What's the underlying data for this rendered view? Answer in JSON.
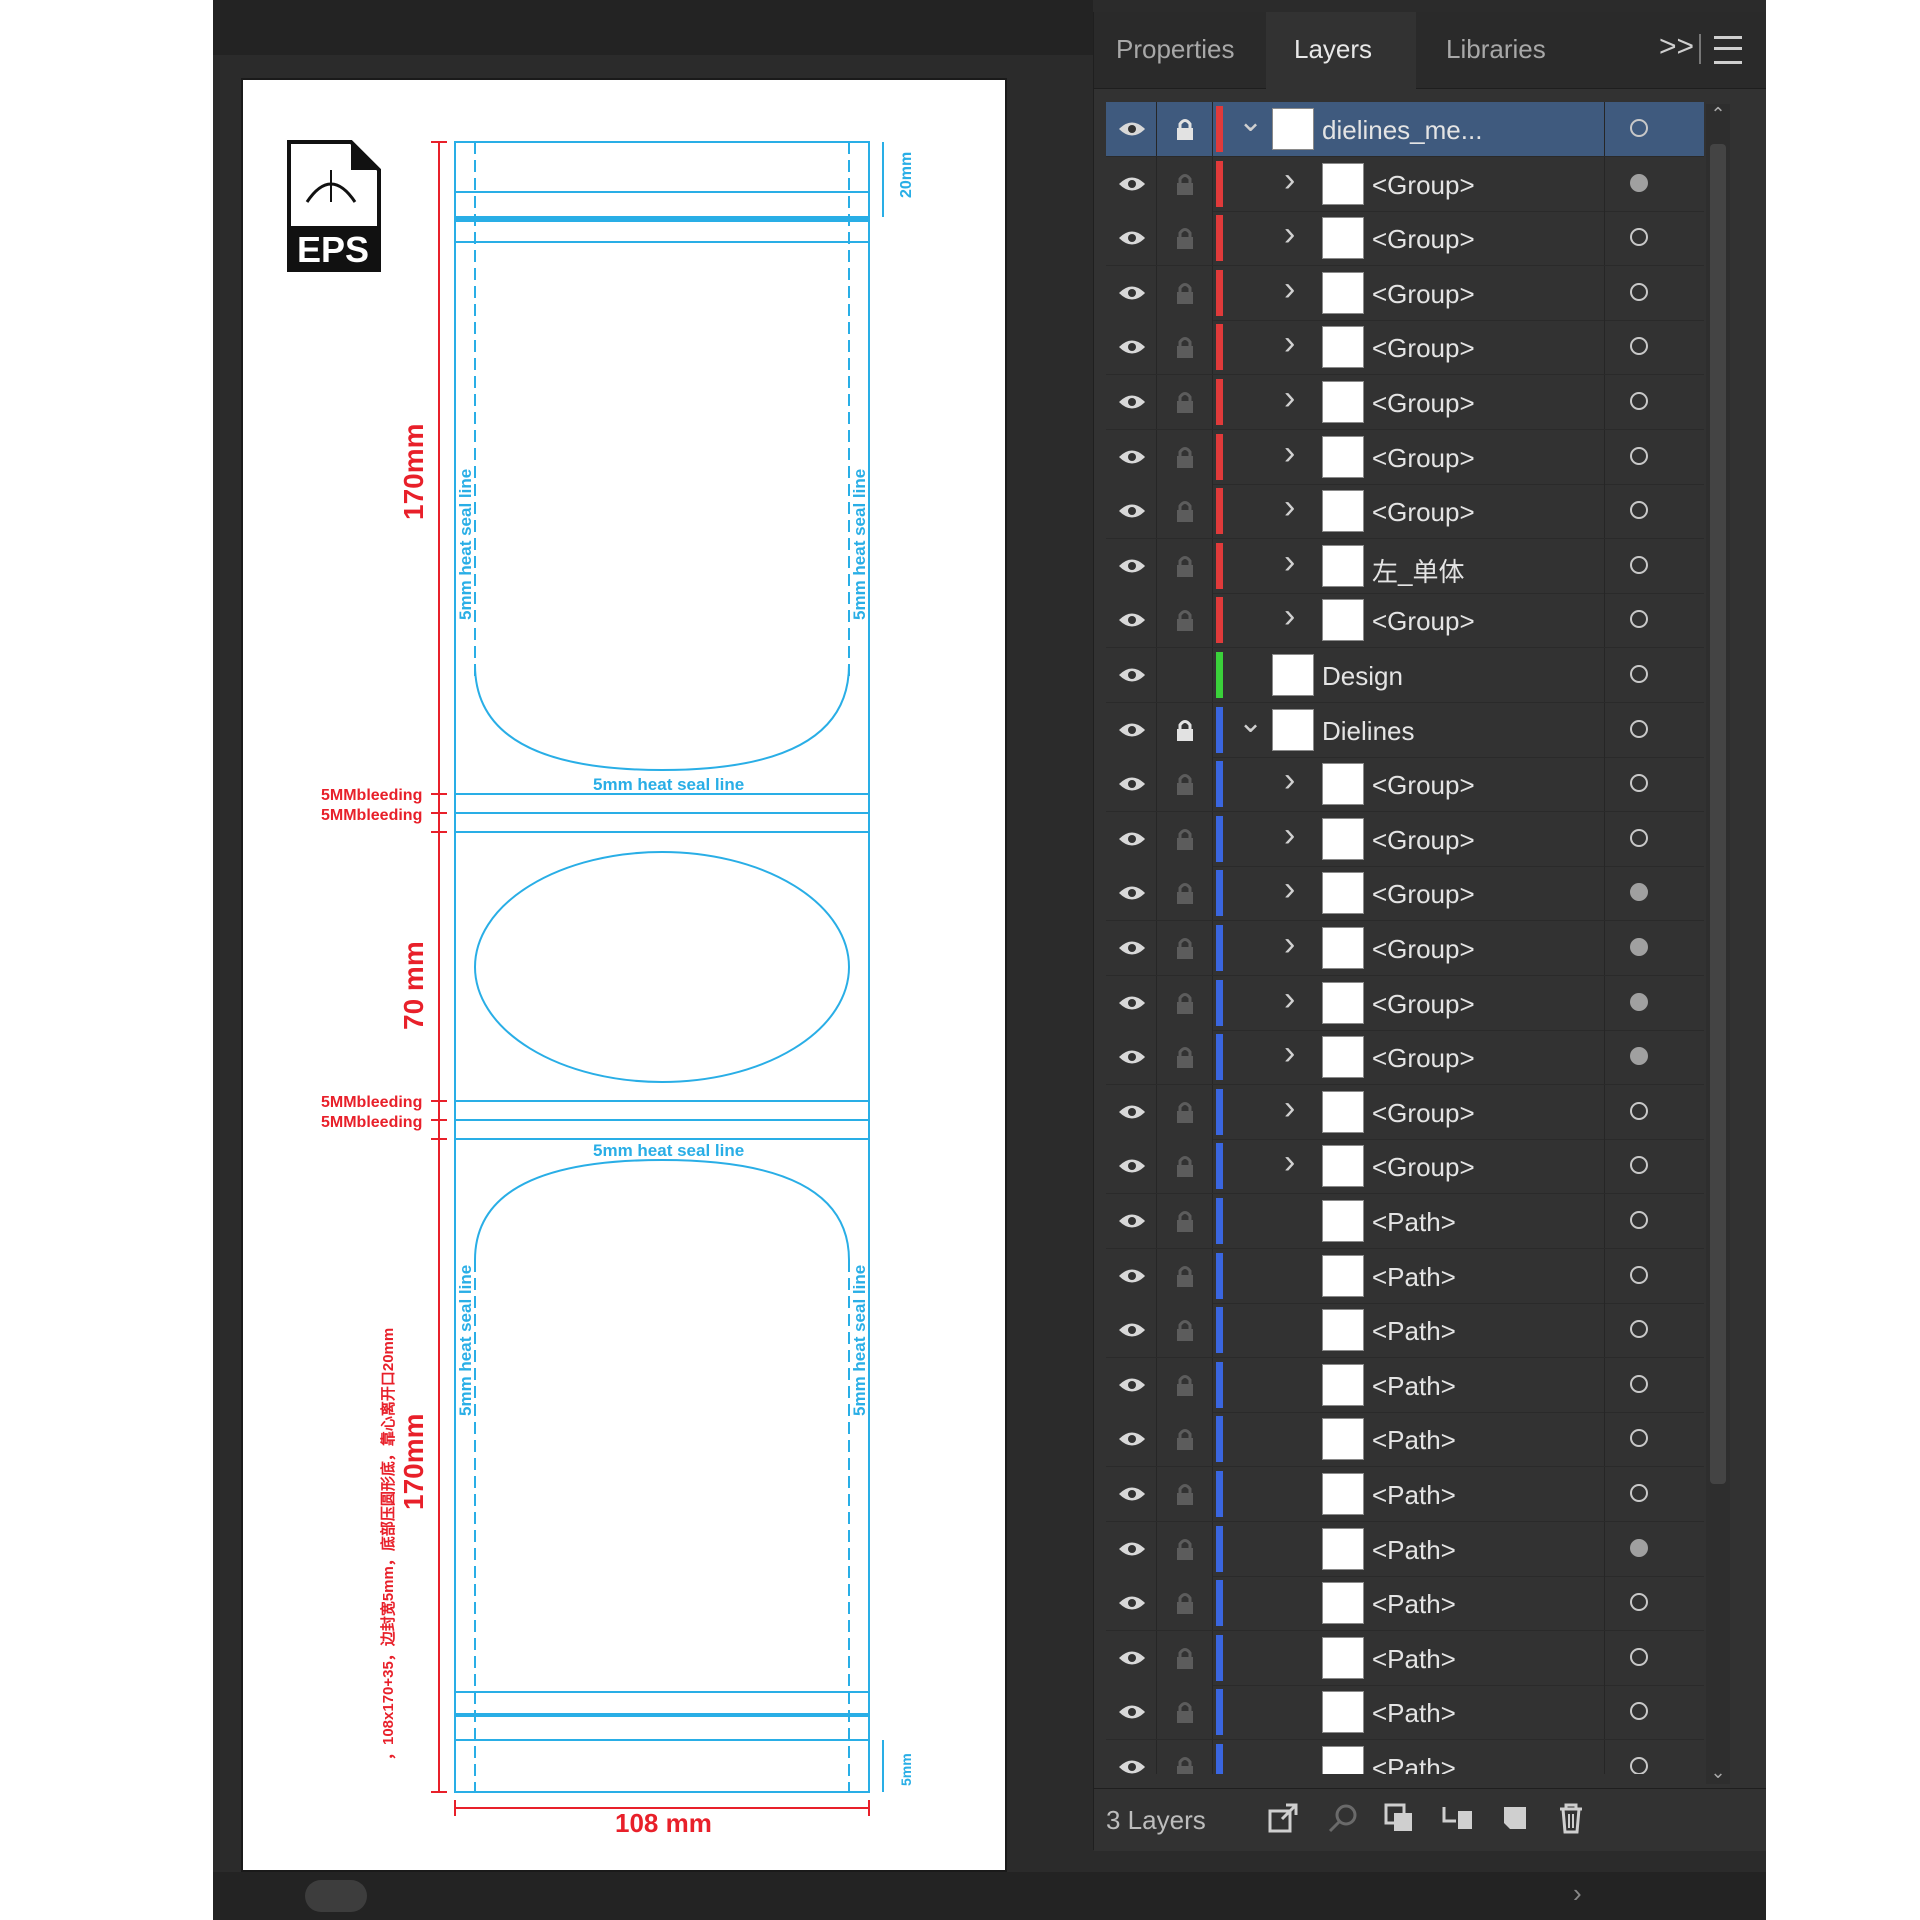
{
  "panel": {
    "tabs": [
      {
        "label": "Properties",
        "active": false
      },
      {
        "label": "Layers",
        "active": true
      },
      {
        "label": "Libraries",
        "active": false
      }
    ],
    "overflow_glyph": ">>",
    "layers_count": "3 Layers",
    "rows": [
      {
        "name": "dielines_me...",
        "indent": 0,
        "expand": "open",
        "lock": true,
        "lock_active": true,
        "color": "#e03a3a",
        "selected": true,
        "target_filled": false,
        "thumb": "big"
      },
      {
        "name": "<Group>",
        "indent": 1,
        "expand": "closed",
        "lock": true,
        "lock_active": false,
        "color": "#e03a3a",
        "target_filled": true
      },
      {
        "name": "<Group>",
        "indent": 1,
        "expand": "closed",
        "lock": true,
        "lock_active": false,
        "color": "#e03a3a",
        "target_filled": false
      },
      {
        "name": "<Group>",
        "indent": 1,
        "expand": "closed",
        "lock": true,
        "lock_active": false,
        "color": "#e03a3a",
        "target_filled": false
      },
      {
        "name": "<Group>",
        "indent": 1,
        "expand": "closed",
        "lock": true,
        "lock_active": false,
        "color": "#e03a3a",
        "target_filled": false
      },
      {
        "name": "<Group>",
        "indent": 1,
        "expand": "closed",
        "lock": true,
        "lock_active": false,
        "color": "#e03a3a",
        "target_filled": false
      },
      {
        "name": "<Group>",
        "indent": 1,
        "expand": "closed",
        "lock": true,
        "lock_active": false,
        "color": "#e03a3a",
        "target_filled": false
      },
      {
        "name": "<Group>",
        "indent": 1,
        "expand": "closed",
        "lock": true,
        "lock_active": false,
        "color": "#e03a3a",
        "target_filled": false
      },
      {
        "name": "左_单体",
        "indent": 1,
        "expand": "closed",
        "lock": true,
        "lock_active": false,
        "color": "#e03a3a",
        "target_filled": false
      },
      {
        "name": "<Group>",
        "indent": 1,
        "expand": "closed",
        "lock": true,
        "lock_active": false,
        "color": "#e03a3a",
        "target_filled": false
      },
      {
        "name": "Design",
        "indent": 0,
        "expand": "none",
        "lock": false,
        "lock_active": false,
        "color": "#3ad13a",
        "target_filled": false
      },
      {
        "name": "Dielines",
        "indent": 0,
        "expand": "open",
        "lock": true,
        "lock_active": true,
        "color": "#3a66e0",
        "target_filled": false
      },
      {
        "name": "<Group>",
        "indent": 1,
        "expand": "closed",
        "lock": true,
        "lock_active": false,
        "color": "#3a66e0",
        "target_filled": false
      },
      {
        "name": "<Group>",
        "indent": 1,
        "expand": "closed",
        "lock": true,
        "lock_active": false,
        "color": "#3a66e0",
        "target_filled": false
      },
      {
        "name": "<Group>",
        "indent": 1,
        "expand": "closed",
        "lock": true,
        "lock_active": false,
        "color": "#3a66e0",
        "target_filled": true
      },
      {
        "name": "<Group>",
        "indent": 1,
        "expand": "closed",
        "lock": true,
        "lock_active": false,
        "color": "#3a66e0",
        "target_filled": true
      },
      {
        "name": "<Group>",
        "indent": 1,
        "expand": "closed",
        "lock": true,
        "lock_active": false,
        "color": "#3a66e0",
        "target_filled": true
      },
      {
        "name": "<Group>",
        "indent": 1,
        "expand": "closed",
        "lock": true,
        "lock_active": false,
        "color": "#3a66e0",
        "target_filled": true
      },
      {
        "name": "<Group>",
        "indent": 1,
        "expand": "closed",
        "lock": true,
        "lock_active": false,
        "color": "#3a66e0",
        "target_filled": false
      },
      {
        "name": "<Group>",
        "indent": 1,
        "expand": "closed",
        "lock": true,
        "lock_active": false,
        "color": "#3a66e0",
        "target_filled": false
      },
      {
        "name": "<Path>",
        "indent": 1,
        "expand": "none",
        "lock": true,
        "lock_active": false,
        "color": "#3a66e0",
        "target_filled": false
      },
      {
        "name": "<Path>",
        "indent": 1,
        "expand": "none",
        "lock": true,
        "lock_active": false,
        "color": "#3a66e0",
        "target_filled": false
      },
      {
        "name": "<Path>",
        "indent": 1,
        "expand": "none",
        "lock": true,
        "lock_active": false,
        "color": "#3a66e0",
        "target_filled": false
      },
      {
        "name": "<Path>",
        "indent": 1,
        "expand": "none",
        "lock": true,
        "lock_active": false,
        "color": "#3a66e0",
        "target_filled": false
      },
      {
        "name": "<Path>",
        "indent": 1,
        "expand": "none",
        "lock": true,
        "lock_active": false,
        "color": "#3a66e0",
        "target_filled": false
      },
      {
        "name": "<Path>",
        "indent": 1,
        "expand": "none",
        "lock": true,
        "lock_active": false,
        "color": "#3a66e0",
        "target_filled": false
      },
      {
        "name": "<Path>",
        "indent": 1,
        "expand": "none",
        "lock": true,
        "lock_active": false,
        "color": "#3a66e0",
        "target_filled": true
      },
      {
        "name": "<Path>",
        "indent": 1,
        "expand": "none",
        "lock": true,
        "lock_active": false,
        "color": "#3a66e0",
        "target_filled": false
      },
      {
        "name": "<Path>",
        "indent": 1,
        "expand": "none",
        "lock": true,
        "lock_active": false,
        "color": "#3a66e0",
        "target_filled": false
      },
      {
        "name": "<Path>",
        "indent": 1,
        "expand": "none",
        "lock": true,
        "lock_active": false,
        "color": "#3a66e0",
        "target_filled": false
      },
      {
        "name": "<Path>",
        "indent": 1,
        "expand": "none",
        "lock": true,
        "lock_active": false,
        "color": "#3a66e0",
        "target_filled": false
      }
    ]
  },
  "artboard": {
    "eps_label": "EPS",
    "dim_top": "170mm",
    "dim_mid": "70 mm",
    "dim_bottom": "170mm",
    "dim_width": "108 mm",
    "dim_20mm": "20mm",
    "dim_5mm": "5mm",
    "bleed_label": "5MMbleeding",
    "heat_seal_label": "5mm heat seal line",
    "note": "，108x170+35，边封宽5mm，底部压圆形底，靠心离开口20mm"
  },
  "colors": {
    "dieline": "#29aee6",
    "dimension": "#e8202a",
    "panel_bg": "#323232",
    "selected_row": "#3f5a7e"
  }
}
